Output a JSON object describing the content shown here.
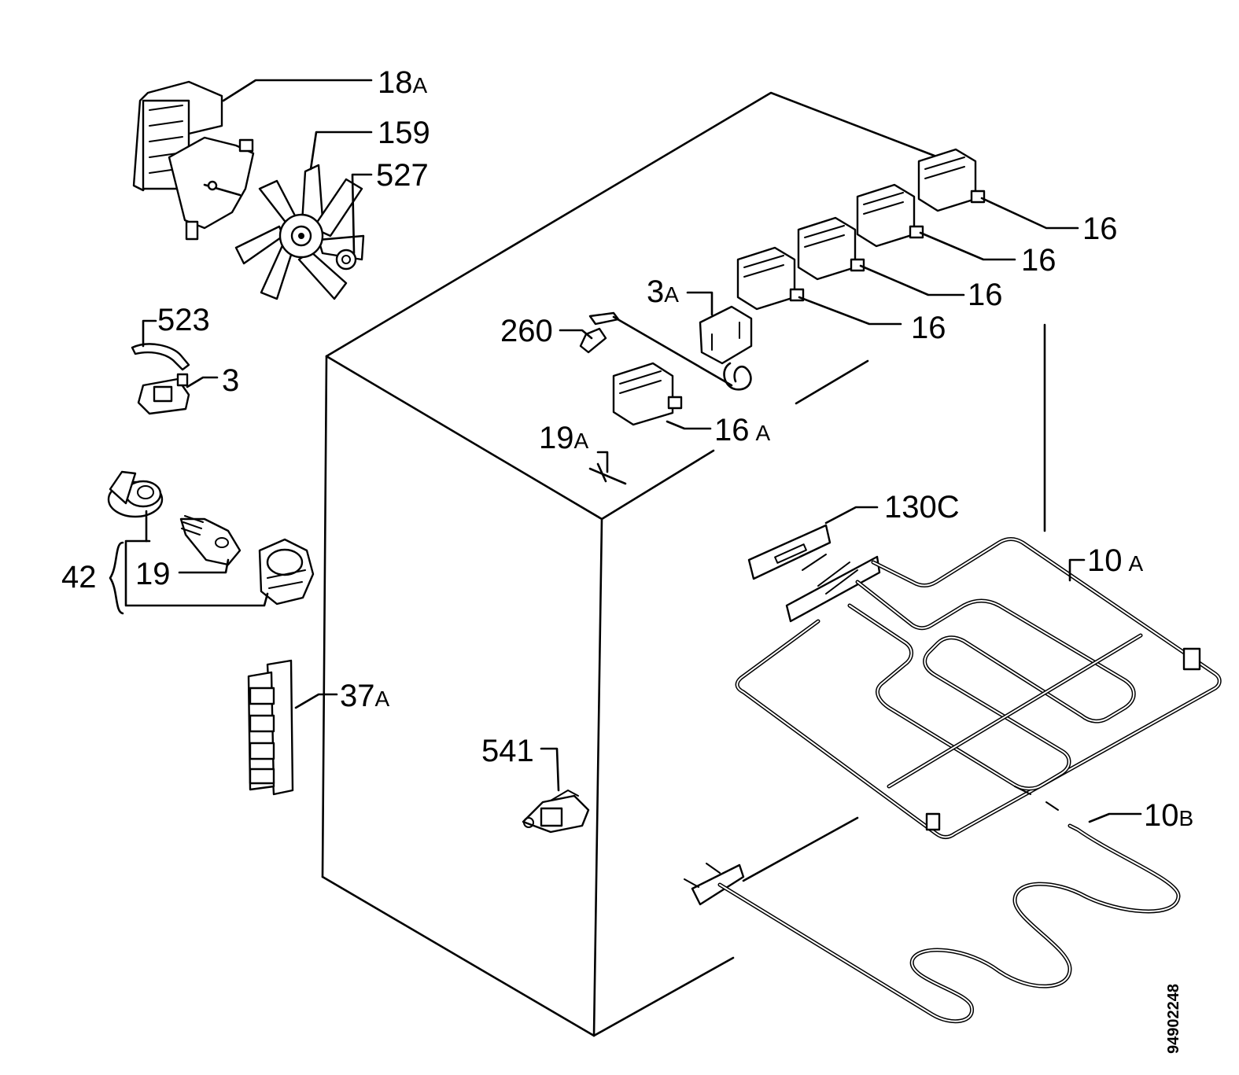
{
  "labels": {
    "l18a": {
      "num": "18",
      "suf": "A"
    },
    "l159": {
      "num": "159",
      "suf": ""
    },
    "l527": {
      "num": "527",
      "suf": ""
    },
    "l523": {
      "num": "523",
      "suf": ""
    },
    "l3": {
      "num": "3",
      "suf": ""
    },
    "l42": {
      "num": "42",
      "suf": ""
    },
    "l19": {
      "num": "19",
      "suf": ""
    },
    "l37a": {
      "num": "37",
      "suf": "A"
    },
    "l541": {
      "num": "541",
      "suf": ""
    },
    "l260": {
      "num": "260",
      "suf": ""
    },
    "l3a": {
      "num": "3",
      "suf": "A"
    },
    "l19a": {
      "num": "19",
      "suf": "A"
    },
    "l16a": {
      "num": "16",
      "suf": "A"
    },
    "l16_1": {
      "num": "16",
      "suf": ""
    },
    "l16_2": {
      "num": "16",
      "suf": ""
    },
    "l16_3": {
      "num": "16",
      "suf": ""
    },
    "l16_4": {
      "num": "16",
      "suf": ""
    },
    "l130c": {
      "num": "130",
      "suf": "C"
    },
    "l10a": {
      "num": "10",
      "suf": "A"
    },
    "l10b": {
      "num": "10",
      "suf": "B"
    }
  },
  "drawing_number": "94902248"
}
